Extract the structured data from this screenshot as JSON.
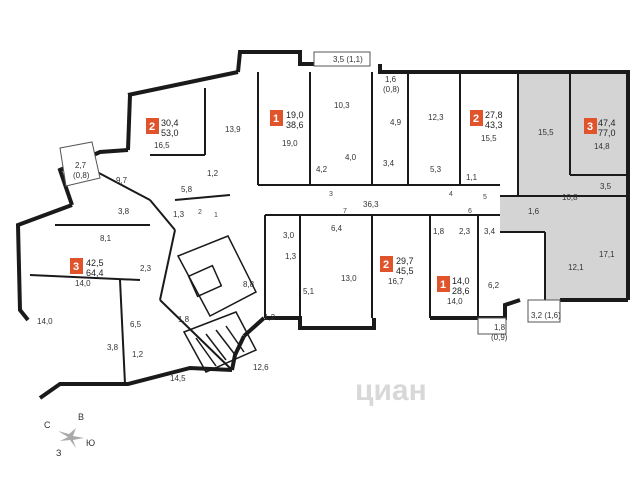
{
  "colors": {
    "badge": "#e0532b",
    "wall": "#1a1a1a",
    "highlight_fill": "#d4d4d4"
  },
  "watermark": "циан",
  "compass": {
    "north": "В",
    "east": "Ю",
    "south": "З",
    "west": "С"
  },
  "apartments": [
    {
      "rooms": "2",
      "total": "30,4",
      "living": "53,0"
    },
    {
      "rooms": "1",
      "total": "19,0",
      "living": "38,6"
    },
    {
      "rooms": "2",
      "total": "27,8",
      "living": "43,3"
    },
    {
      "rooms": "3",
      "total": "47,4",
      "living": "77,0"
    },
    {
      "rooms": "3",
      "total": "42,5",
      "living": "64,4"
    },
    {
      "rooms": "2",
      "total": "29,7",
      "living": "45,5"
    },
    {
      "rooms": "1",
      "total": "14,0",
      "living": "28,6"
    }
  ],
  "room_areas": [
    "3,5 (1,1)",
    "10,3",
    "1,6",
    "(0,8)",
    "12,3",
    "13,9",
    "16,5",
    "19,0",
    "4,9",
    "15,5",
    "15,5",
    "14,8",
    "4,2",
    "4,0",
    "3,4",
    "5,3",
    "1,1",
    "10,8",
    "3,5",
    "2,7",
    "(0,8)",
    "9,7",
    "1,2",
    "5,8",
    "3,8",
    "1,3",
    "36,3",
    "8,1",
    "2,3",
    "14,0",
    "3,0",
    "6,4",
    "1,8",
    "2,3",
    "3,4",
    "1,6",
    "1,3",
    "13,0",
    "16,7",
    "12,1",
    "17,1",
    "5,1",
    "14,0",
    "6,2",
    "8,8",
    "3,2 (1,6)",
    "14,0",
    "6,5",
    "1,8",
    "1,2",
    "1,8",
    "(0,9)",
    "3,8",
    "1,2",
    "14,5",
    "12,6"
  ],
  "door_numbers": [
    "1",
    "2",
    "3",
    "4",
    "5",
    "6",
    "7"
  ]
}
